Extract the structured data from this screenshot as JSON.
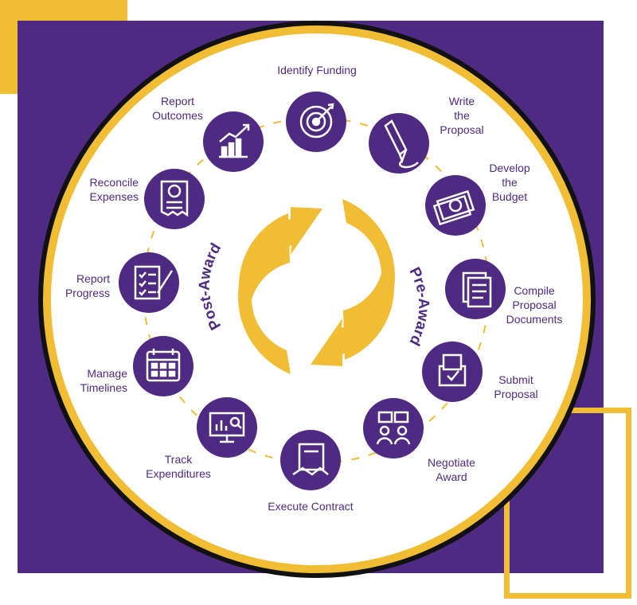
{
  "colors": {
    "purple": "#4e2a82",
    "gold": "#f0bd34",
    "white": "#ffffff",
    "dark": "#111111"
  },
  "center": {
    "left_arrow_label": "Post-Award",
    "right_arrow_label": "Pre-Award"
  },
  "steps": [
    {
      "id": "identify-funding",
      "label": "Identify Funding",
      "icon": "target-icon"
    },
    {
      "id": "write-proposal",
      "label": "Write\nthe\nProposal",
      "icon": "pen-icon"
    },
    {
      "id": "develop-budget",
      "label": "Develop\nthe\nBudget",
      "icon": "money-icon"
    },
    {
      "id": "compile-documents",
      "label": "Compile\nProposal\nDocuments",
      "icon": "documents-icon"
    },
    {
      "id": "submit-proposal",
      "label": "Submit\nProposal",
      "icon": "ballot-box-icon"
    },
    {
      "id": "negotiate-award",
      "label": "Negotiate\nAward",
      "icon": "negotiation-icon"
    },
    {
      "id": "execute-contract",
      "label": "Execute Contract",
      "icon": "handshake-contract-icon"
    },
    {
      "id": "track-expenditures",
      "label": "Track\nExpenditures",
      "icon": "monitor-chart-icon"
    },
    {
      "id": "manage-timelines",
      "label": "Manage\nTimelines",
      "icon": "calendar-icon"
    },
    {
      "id": "report-progress",
      "label": "Report\nProgress",
      "icon": "checklist-icon"
    },
    {
      "id": "reconcile-expenses",
      "label": "Reconcile\nExpenses",
      "icon": "receipt-icon"
    },
    {
      "id": "report-outcomes",
      "label": "Report\nOutcomes",
      "icon": "growth-chart-icon"
    }
  ]
}
